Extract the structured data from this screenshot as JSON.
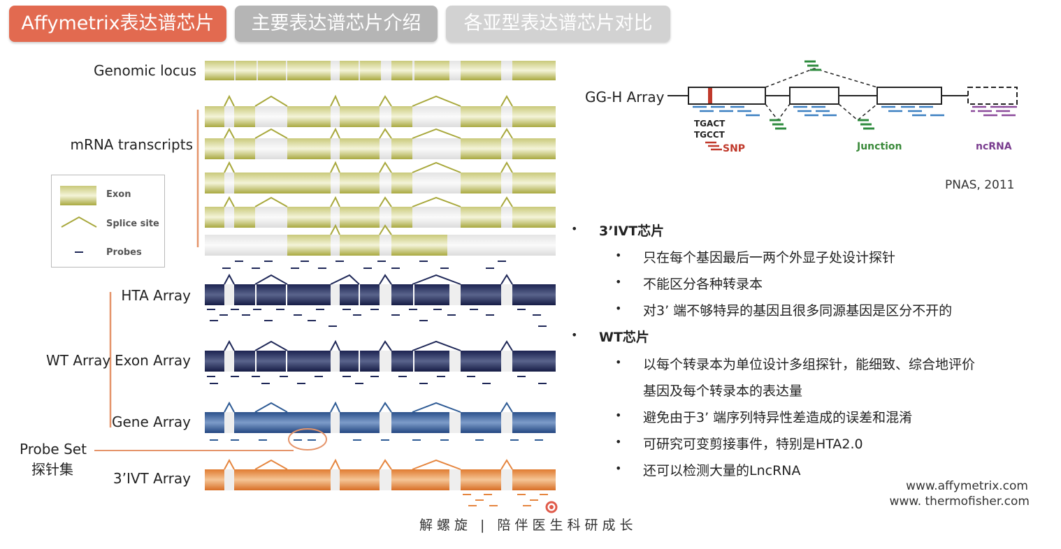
{
  "tabs": [
    {
      "label": "Affymetrix表达谱芯片",
      "active": true
    },
    {
      "label": "主要表达谱芯片介绍",
      "active": false
    },
    {
      "label": "各亚型表达谱芯片对比",
      "active": false
    }
  ],
  "diagram": {
    "genomic_locus": "Genomic locus",
    "mrna_transcripts": "mRNA transcripts",
    "hta_array": "HTA Array",
    "wt_array": "WT Array",
    "exon_array": "Exon Array",
    "gene_array": "Gene Array",
    "probe_set": "Probe Set",
    "probe_set_cn": "探针集",
    "ivt_array": "3’IVT Array",
    "legend": {
      "exon": "Exon",
      "splice_site": "Splice site",
      "probes": "Probes"
    }
  },
  "ggh": {
    "title": "GG-H Array",
    "seq1": "TGACT",
    "seq2": "TGCCT",
    "snp": "SNP",
    "junction": "Junction",
    "ncrna": "ncRNA",
    "citation": "PNAS, 2011"
  },
  "bullets": {
    "ivt_heading": "3’IVT芯片",
    "ivt_items": [
      "只在每个基因最后一两个外显子处设计探针",
      "不能区分各种转录本",
      "对3’ 端不够特异的基因且很多同源基因是区分不开的"
    ],
    "wt_heading": "WT芯片",
    "wt_items": [
      "以每个转录本为单位设计多组探针，能细致、综合地评价",
      "基因及每个转录本的表达量",
      "避免由于3’ 端序列特异性差造成的误差和混淆",
      "可研究可变剪接事件，特别是HTA2.0",
      "还可以检测大量的LncRNA"
    ]
  },
  "links": {
    "affy": "www.affymetrix.com",
    "thermo": "www. thermofisher.com"
  },
  "footer": "解螺旋 | 陪伴医生科研成长",
  "colors": {
    "tab_active": "#e26a50",
    "exon_olive": "#b2b24a",
    "wt_navy": "#1e2757",
    "gene_blue": "#2d5a94",
    "ivt_orange": "#e5853e",
    "bracket": "#e5946a"
  }
}
